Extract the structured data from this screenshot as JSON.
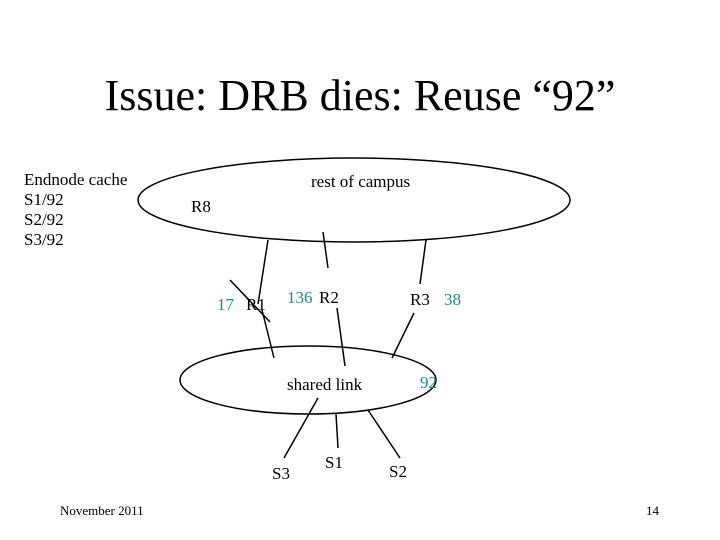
{
  "title": "Issue:  DRB dies: Reuse “92”",
  "cache": {
    "header": "Endnode  cache",
    "entries": [
      "S1/92",
      "S2/92",
      "S3/92"
    ]
  },
  "diagram": {
    "campus_label": "rest of campus",
    "r8": "R8",
    "r1_num": "17",
    "r1": "R1",
    "r2_num": "136",
    "r2": "R2",
    "r3": "R3",
    "r3_num": "38",
    "link_label": "shared link",
    "link_num": "92",
    "s1": "S1",
    "s2": "S2",
    "s3": "S3"
  },
  "colors": {
    "accent": "#1a8c8c"
  },
  "footer": {
    "date": "November 2011",
    "page": "14"
  }
}
